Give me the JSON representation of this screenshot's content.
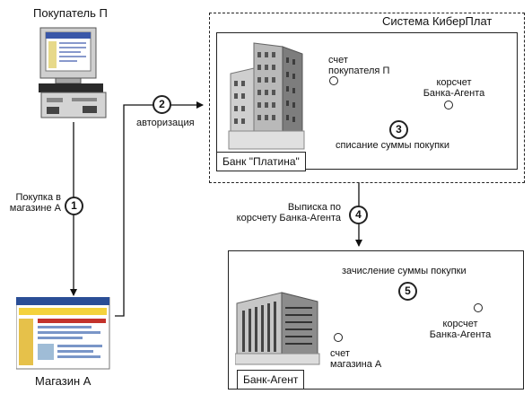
{
  "buyer": {
    "title": "Покупатель П"
  },
  "shop": {
    "title": "Магазин А"
  },
  "system": {
    "title": "Система КиберПлат"
  },
  "bank_platina": {
    "name": "Банк \"Платина\"",
    "buyer_account_line1": "счет",
    "buyer_account_line2": "покупателя П",
    "corr_account_line1": "корсчет",
    "corr_account_line2": "Банка-Агента",
    "debit_label": "списание суммы покупки"
  },
  "bank_agent": {
    "name": "Банк-Агент",
    "credit_label": "зачисление суммы покупки",
    "corr_account_line1": "корсчет",
    "corr_account_line2": "Банка-Агента",
    "shop_account_line1": "счет",
    "shop_account_line2": "магазина А"
  },
  "steps": [
    {
      "num": "1",
      "label_line1": "Покупка в",
      "label_line2": "магазине А"
    },
    {
      "num": "2",
      "label_line1": "авторизация"
    },
    {
      "num": "3"
    },
    {
      "num": "4",
      "label_line1": "Выписка по",
      "label_line2": "корсчету Банка-Агента"
    },
    {
      "num": "5"
    }
  ]
}
